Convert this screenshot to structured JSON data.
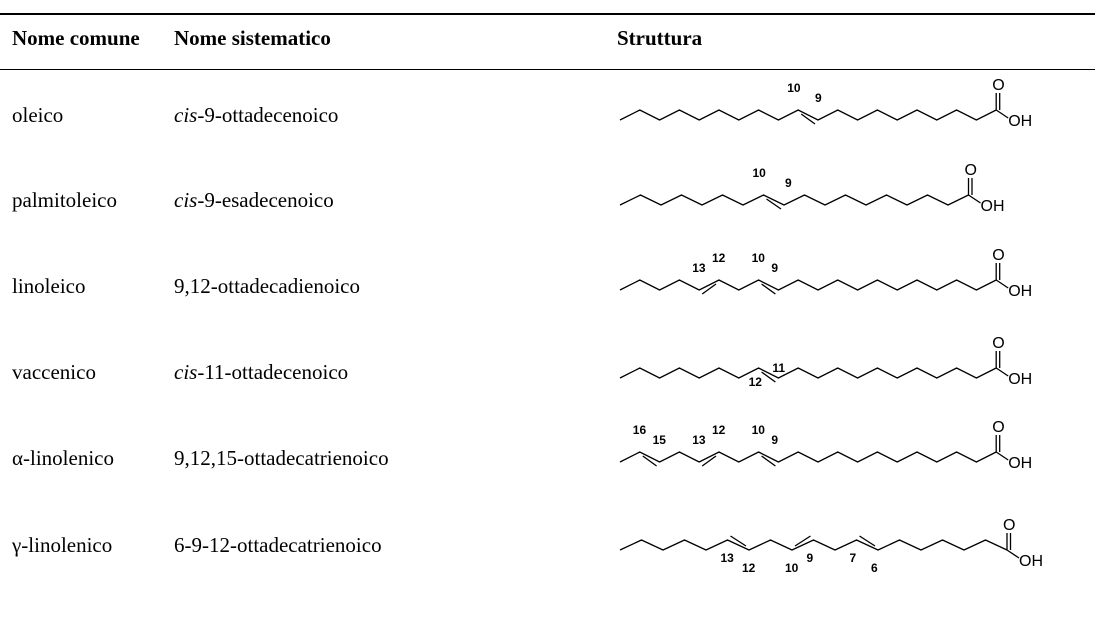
{
  "table": {
    "headers": {
      "common": "Nome comune",
      "systematic": "Nome sistematico",
      "structure": "Struttura"
    },
    "rows": [
      {
        "common": "oleico",
        "sys_prefix": "cis",
        "sys_rest": "-9-ottadecenoico",
        "nums": [
          "10",
          "9"
        ]
      },
      {
        "common": "palmitoleico",
        "sys_prefix": "cis",
        "sys_rest": "-9-esadecenoico",
        "nums": [
          "10",
          "9"
        ]
      },
      {
        "common": "linoleico",
        "sys_prefix": "",
        "sys_rest": "9,12-ottadecadienoico",
        "nums": [
          "13",
          "12",
          "10",
          "9"
        ]
      },
      {
        "common": "vaccenico",
        "sys_prefix": "cis",
        "sys_rest": "-11-ottadecenoico",
        "nums": [
          "11",
          "12"
        ]
      },
      {
        "common": "α-linolenico",
        "sys_prefix": "",
        "sys_rest": "9,12,15-ottadecatrienoico",
        "nums": [
          "16",
          "15",
          "13",
          "12",
          "10",
          "9"
        ]
      },
      {
        "common": "γ-linolenico",
        "sys_prefix": "",
        "sys_rest": "6-9-12-ottadecatrienoico",
        "nums": [
          "13",
          "12",
          "10",
          "9",
          "7",
          "6"
        ]
      }
    ],
    "atoms": {
      "oxygen": "O",
      "hydroxyl": "OH"
    }
  }
}
